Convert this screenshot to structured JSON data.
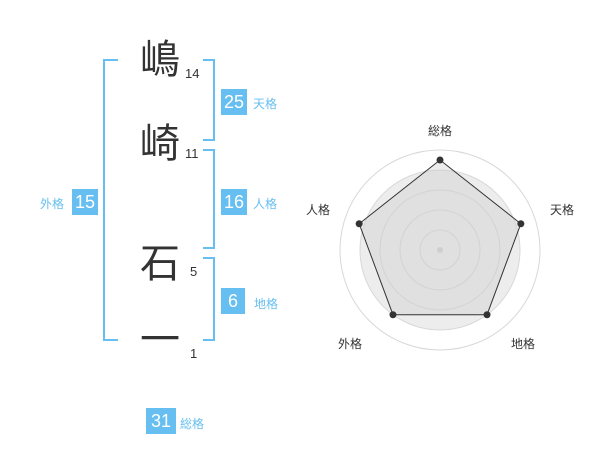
{
  "name": {
    "chars": [
      {
        "char": "嶋",
        "strokes": "14"
      },
      {
        "char": "崎",
        "strokes": "11"
      },
      {
        "char": "石",
        "strokes": "5"
      },
      {
        "char": "一",
        "strokes": "1"
      }
    ]
  },
  "fortune": {
    "tenkaku": {
      "value": "25",
      "label": "天格"
    },
    "jinkaku": {
      "value": "16",
      "label": "人格"
    },
    "chikaku": {
      "value": "6",
      "label": "地格"
    },
    "gaikaku": {
      "value": "15",
      "label": "外格"
    },
    "soukaku": {
      "value": "31",
      "label": "総格"
    }
  },
  "colors": {
    "accent": "#66bff0",
    "text": "#333333"
  },
  "chart_data": {
    "type": "radar",
    "axes": [
      "総格",
      "天格",
      "地格",
      "外格",
      "人格"
    ],
    "values": [
      0.9,
      0.85,
      0.8,
      0.8,
      0.85
    ],
    "range": [
      0,
      1
    ],
    "grid": true
  }
}
